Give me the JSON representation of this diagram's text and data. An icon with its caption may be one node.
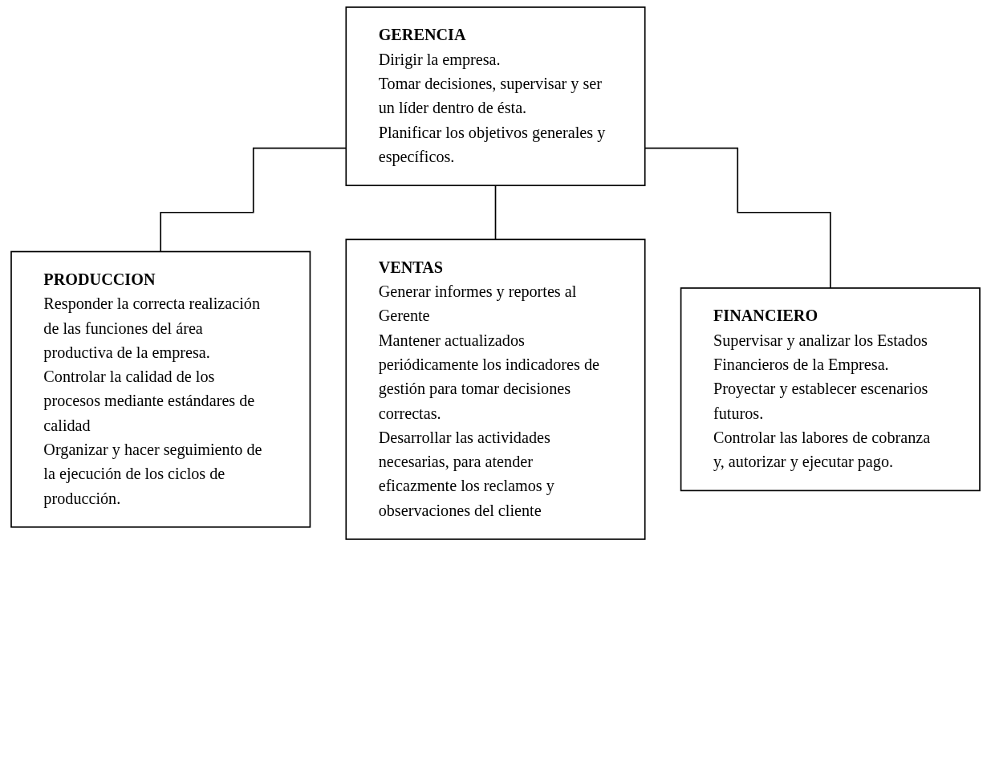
{
  "diagram": {
    "nodes": [
      {
        "text": [
          "GERENCIA",
          "Dirigir la empresa.",
          "Tomar decisiones, supervisar y ser un líder dentro de ésta.",
          "Planificar los objetivos generales y específicos."
        ]
      },
      {
        "text": [
          "PRODUCCION",
          "Responder la correcta realización de las funciones del área productiva de la empresa.",
          "Controlar la calidad de los procesos mediante estándares de calidad",
          "Organizar y hacer seguimiento de la ejecución de los ciclos de producción."
        ]
      },
      {
        "text": [
          "VENTAS",
          "Generar informes y reportes al Gerente",
          "Mantener actualizados periódicamente los indicadores de gestión para tomar decisiones correctas.",
          "Desarrollar las actividades necesarias, para atender eficazmente los reclamos y observaciones del cliente"
        ]
      },
      {
        "text": [
          "FINANCIERO",
          "Supervisar y analizar los Estados Financieros de la Empresa.",
          "Proyectar y establecer escenarios futuros.",
          "Controlar las labores de cobranza y, autorizar y ejecutar pago."
        ]
      }
    ],
    "edges": [
      {
        "from": 0,
        "to": 1,
        "arrow": "none"
      },
      {
        "from": 0,
        "to": 2,
        "arrow": "none"
      },
      {
        "from": 0,
        "to": 3,
        "arrow": "none"
      }
    ]
  }
}
